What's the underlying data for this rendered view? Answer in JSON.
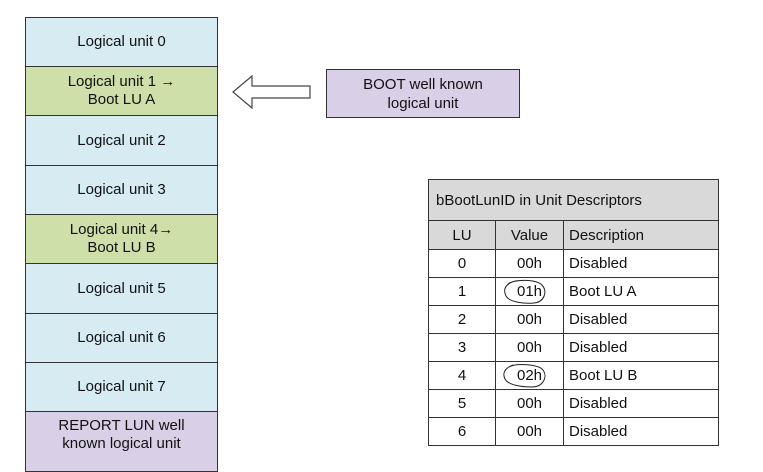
{
  "logical_units": [
    {
      "label": "Logical unit 0",
      "color": "#d6ecf2"
    },
    {
      "label": "Logical unit 1 →\nBoot LU A",
      "color": "#cfdfa9"
    },
    {
      "label": "Logical unit 2",
      "color": "#d6ecf2"
    },
    {
      "label": "Logical unit 3",
      "color": "#d6ecf2"
    },
    {
      "label": "Logical unit 4→\nBoot LU B",
      "color": "#cfdfa9"
    },
    {
      "label": "Logical unit 5",
      "color": "#d6ecf2"
    },
    {
      "label": "Logical unit 6",
      "color": "#d6ecf2"
    },
    {
      "label": "Logical unit 7",
      "color": "#d6ecf2"
    },
    {
      "label": "REPORT LUN well\nknown logical unit",
      "color": "#d9cfe6"
    }
  ],
  "boot_box": {
    "label": "BOOT well known\nlogical unit"
  },
  "table": {
    "title": "bBootLunID in Unit Descriptors",
    "headers": [
      "LU",
      "Value",
      "Description"
    ],
    "rows": [
      {
        "lu": "0",
        "value": "00h",
        "description": "Disabled",
        "circled": false
      },
      {
        "lu": "1",
        "value": "01h",
        "description": "Boot LU A",
        "circled": true
      },
      {
        "lu": "2",
        "value": "00h",
        "description": "Disabled",
        "circled": false
      },
      {
        "lu": "3",
        "value": "00h",
        "description": "Disabled",
        "circled": false
      },
      {
        "lu": "4",
        "value": "02h",
        "description": "Boot LU B",
        "circled": true
      },
      {
        "lu": "5",
        "value": "00h",
        "description": "Disabled",
        "circled": false
      },
      {
        "lu": "6",
        "value": "00h",
        "description": "Disabled",
        "circled": false
      }
    ]
  }
}
